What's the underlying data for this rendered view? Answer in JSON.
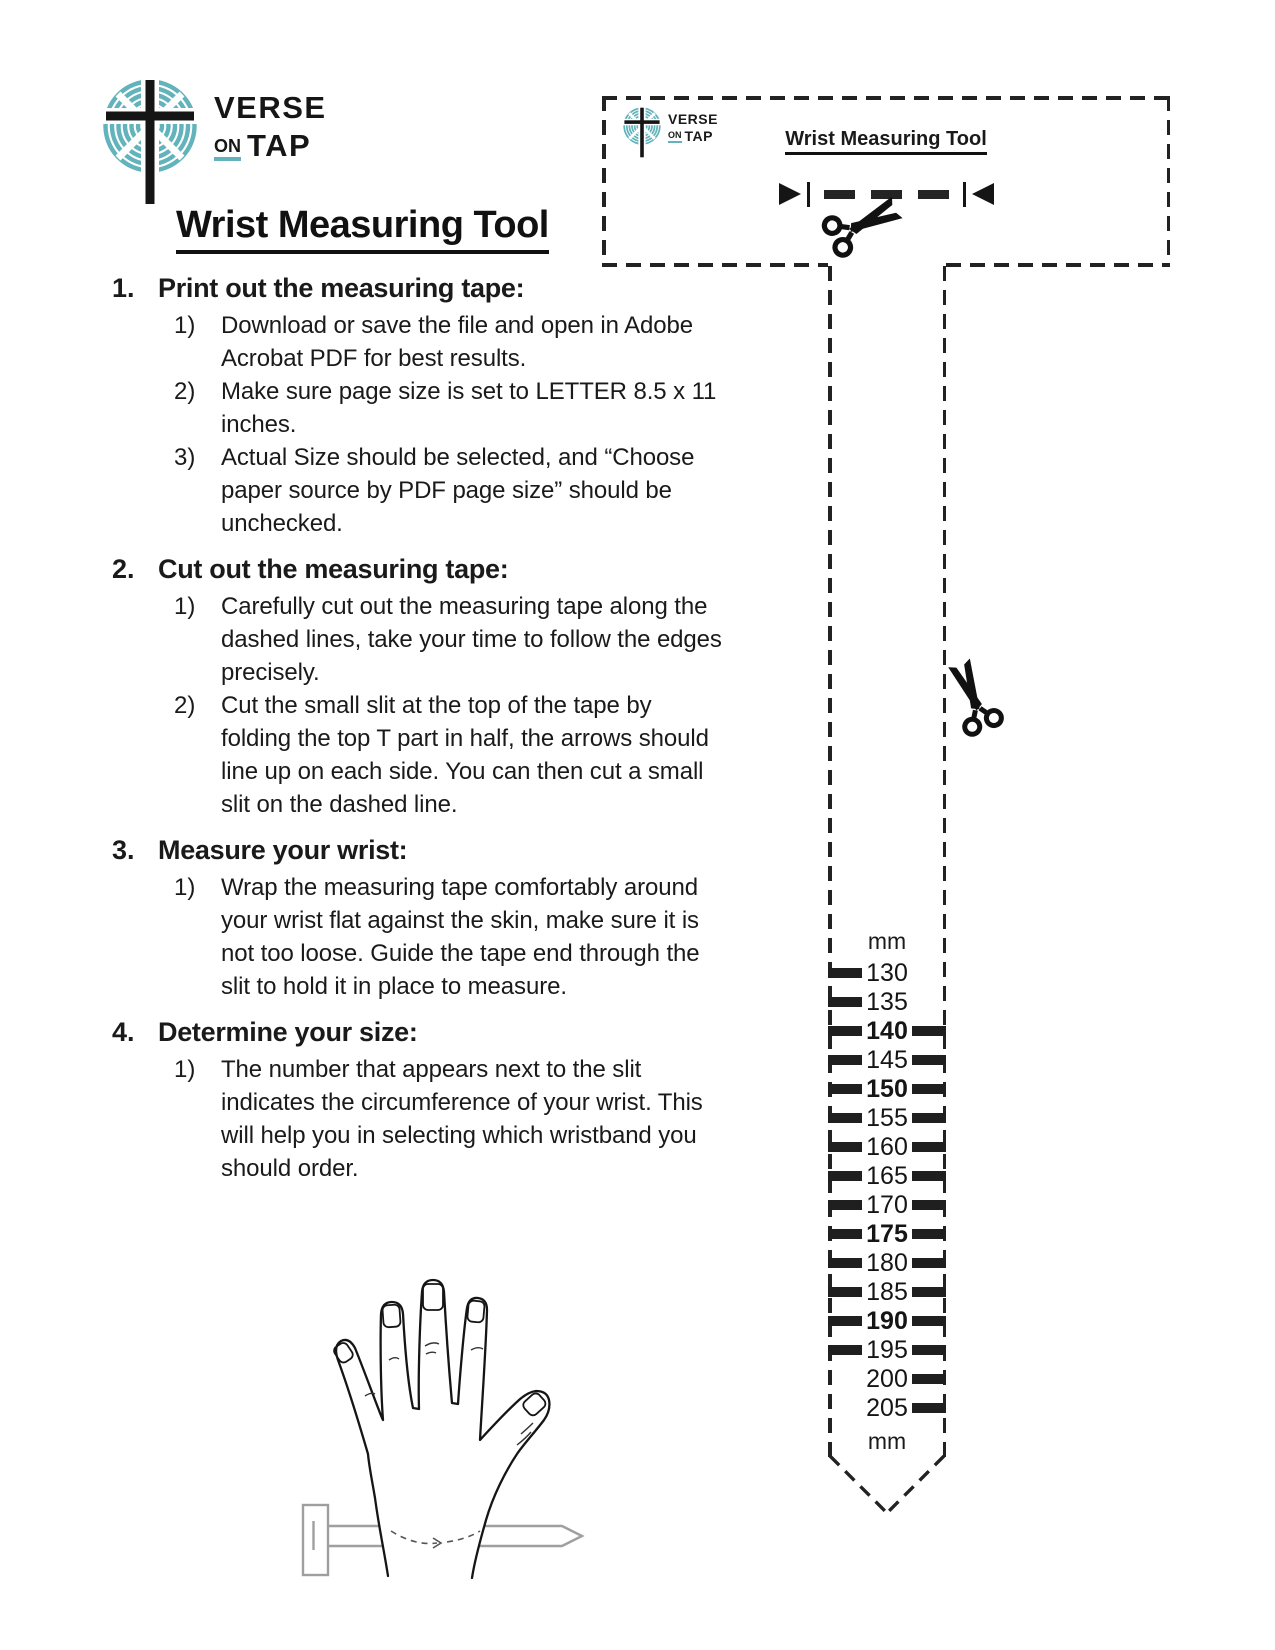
{
  "brand": {
    "name_line1": "VERSE",
    "name_on": "ON",
    "name_tap": "TAP",
    "accent_teal": "#62b3bb",
    "ink": "#161616"
  },
  "page_title": "Wrist Measuring Tool",
  "instructions": {
    "steps": [
      {
        "num": "1.",
        "title": "Print out the measuring tape:",
        "substeps": [
          {
            "num": "1)",
            "text": "Download or save the file and open in Adobe Acrobat PDF for best results."
          },
          {
            "num": "2)",
            "text": "Make sure page size is set to LETTER 8.5 x 11 inches."
          },
          {
            "num": "3)",
            "text": "Actual Size should be selected, and “Choose paper source by PDF page size” should be unchecked."
          }
        ]
      },
      {
        "num": "2.",
        "title": "Cut out the measuring tape:",
        "substeps": [
          {
            "num": "1)",
            "text": "Carefully cut out the measuring tape along the dashed lines, take your time to follow the edges precisely."
          },
          {
            "num": "2)",
            "text": "Cut the small slit at the top of the tape by folding the top T part in half, the arrows should line up on each side. You can then cut a small slit on the dashed line."
          }
        ]
      },
      {
        "num": "3.",
        "title": "Measure your wrist:",
        "substeps": [
          {
            "num": "1)",
            "text": "Wrap the measuring tape comfortably around your wrist flat against the skin, make sure it is not too loose. Guide the tape end through the slit to hold it in place to measure."
          }
        ]
      },
      {
        "num": "4.",
        "title": "Determine your size:",
        "substeps": [
          {
            "num": "1)",
            "text": "The number that appears next to the slit indicates the circumference of your wrist. This will help you in selecting which wristband you should order."
          }
        ]
      }
    ]
  },
  "cutout": {
    "title": "Wrist Measuring Tool",
    "unit_top": "mm",
    "unit_bottom": "mm",
    "ruler": {
      "step_mm": 5,
      "marks": [
        {
          "value": "130",
          "bold": false,
          "left_tick": true,
          "right_tick": false
        },
        {
          "value": "135",
          "bold": false,
          "left_tick": true,
          "right_tick": false
        },
        {
          "value": "140",
          "bold": true,
          "left_tick": true,
          "right_tick": true
        },
        {
          "value": "145",
          "bold": false,
          "left_tick": true,
          "right_tick": true
        },
        {
          "value": "150",
          "bold": true,
          "left_tick": true,
          "right_tick": true
        },
        {
          "value": "155",
          "bold": false,
          "left_tick": true,
          "right_tick": true
        },
        {
          "value": "160",
          "bold": false,
          "left_tick": true,
          "right_tick": true
        },
        {
          "value": "165",
          "bold": false,
          "left_tick": true,
          "right_tick": true
        },
        {
          "value": "170",
          "bold": false,
          "left_tick": true,
          "right_tick": true
        },
        {
          "value": "175",
          "bold": true,
          "left_tick": true,
          "right_tick": true
        },
        {
          "value": "180",
          "bold": false,
          "left_tick": true,
          "right_tick": true
        },
        {
          "value": "185",
          "bold": false,
          "left_tick": true,
          "right_tick": true
        },
        {
          "value": "190",
          "bold": true,
          "left_tick": true,
          "right_tick": true
        },
        {
          "value": "195",
          "bold": false,
          "left_tick": true,
          "right_tick": true
        },
        {
          "value": "200",
          "bold": false,
          "left_tick": false,
          "right_tick": true
        },
        {
          "value": "205",
          "bold": false,
          "left_tick": false,
          "right_tick": true
        }
      ]
    }
  }
}
